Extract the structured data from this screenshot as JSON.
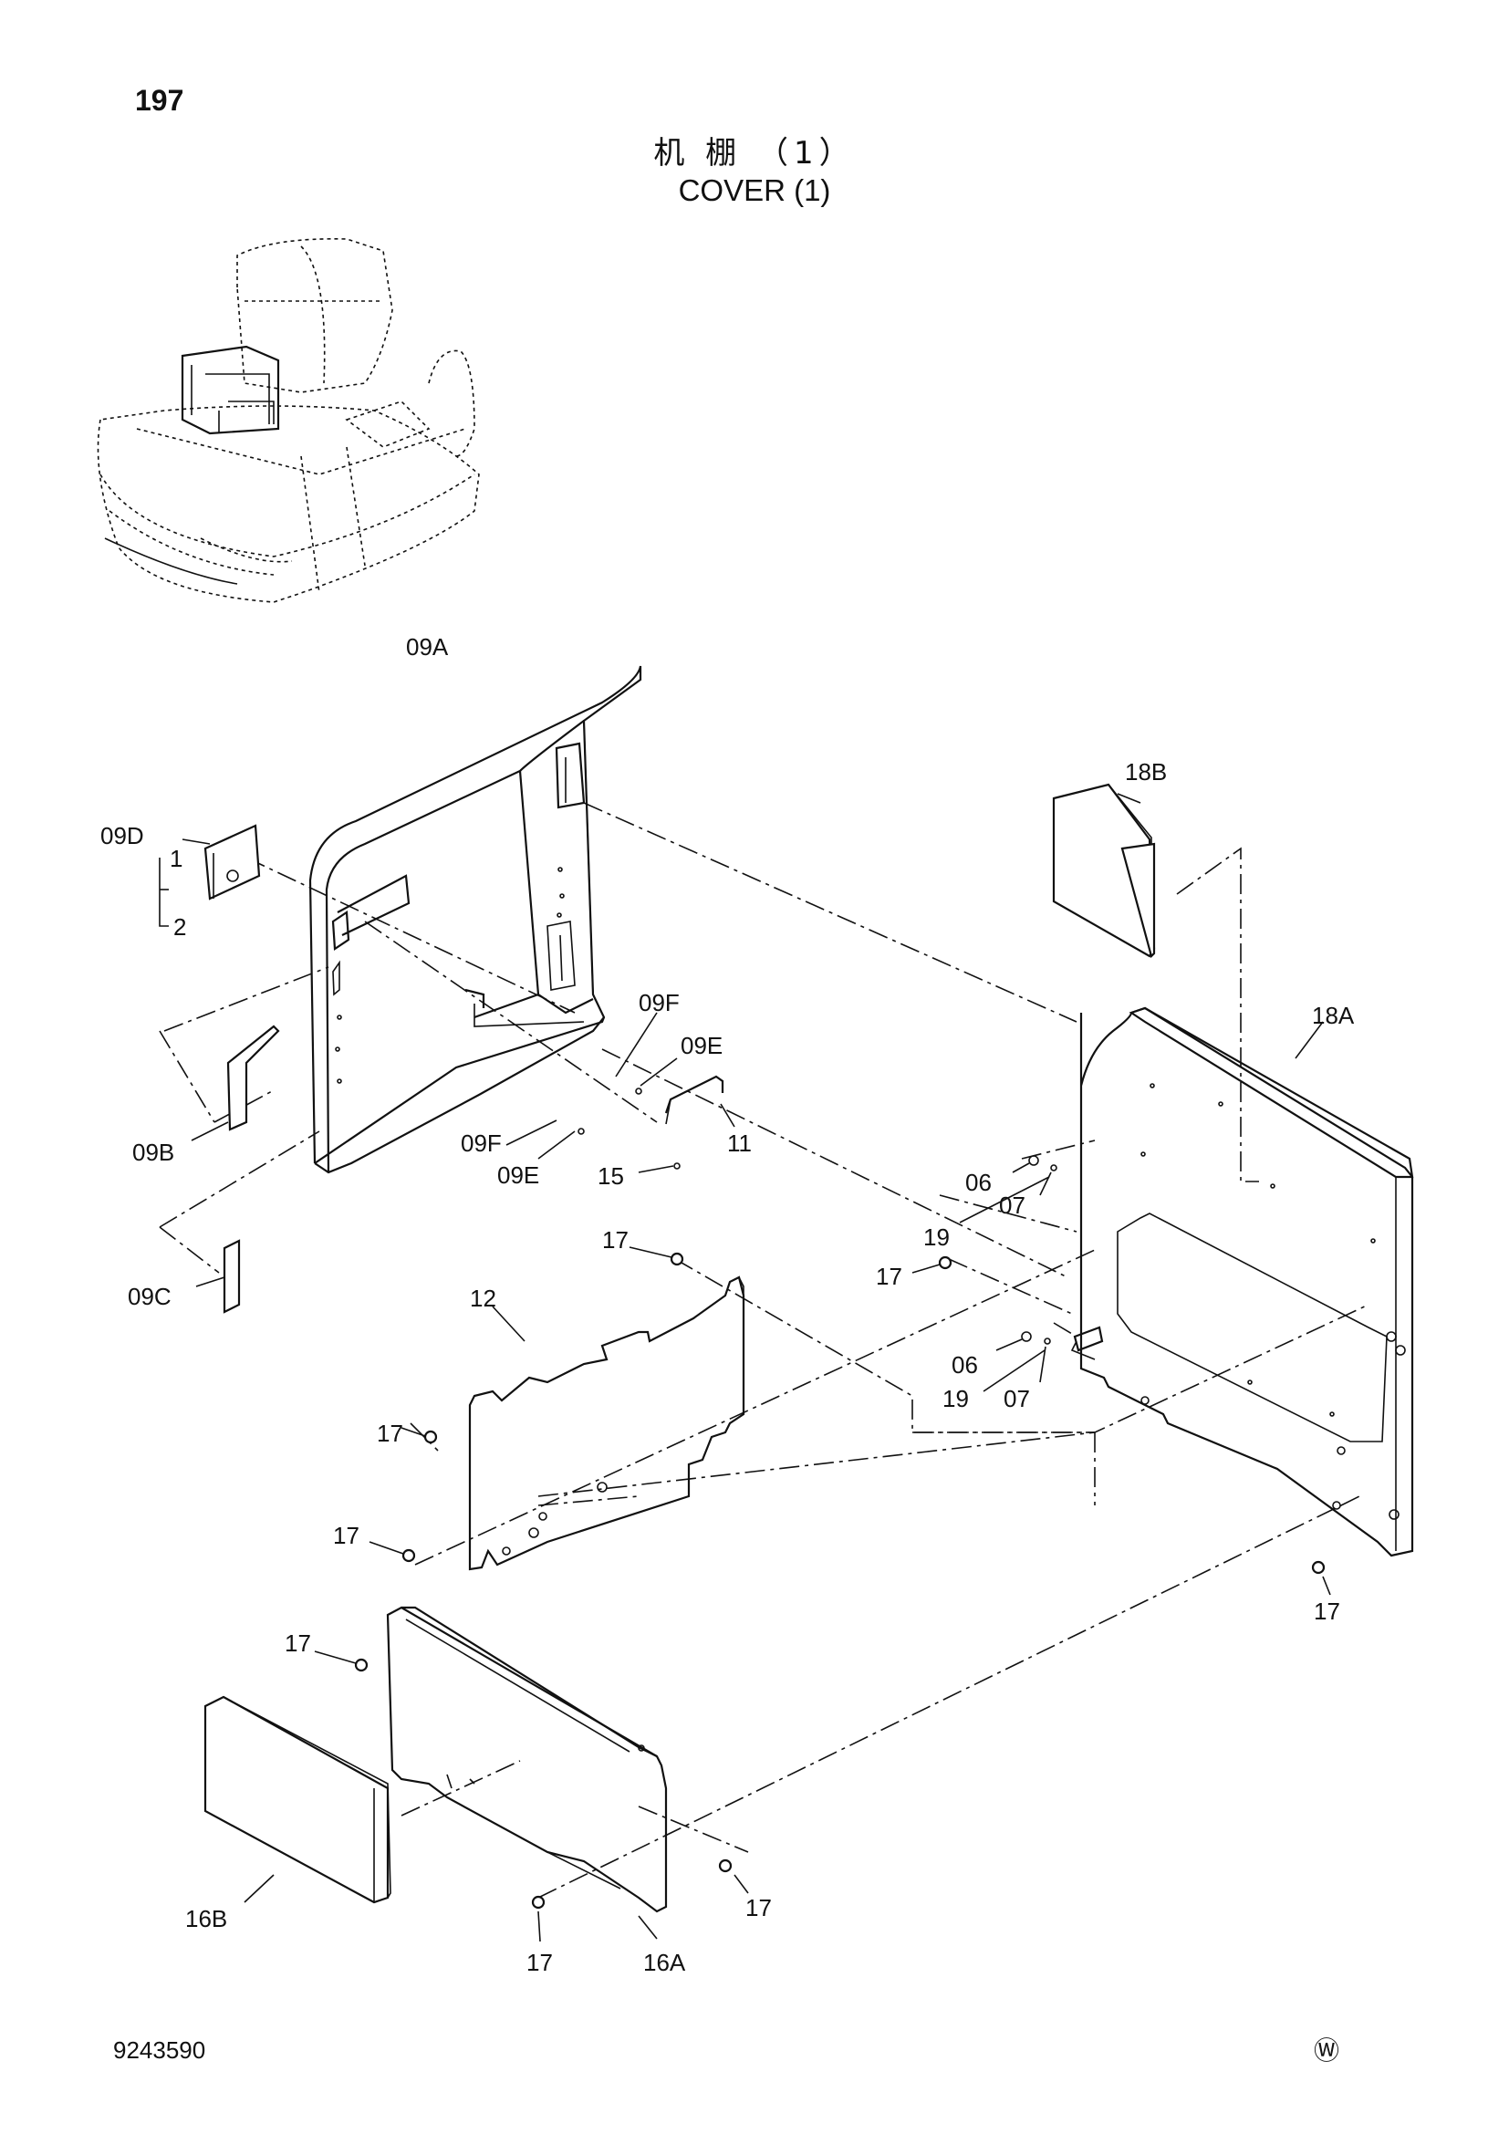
{
  "header": {
    "page_number": "197",
    "title_cn": "机 棚 （1）",
    "title_en": "COVER (1)"
  },
  "footer": {
    "doc_number": "9243590",
    "mark": "Ⓦ"
  },
  "callouts": {
    "c09A": "09A",
    "c09D": "09D",
    "c1": "1",
    "c2": "2",
    "c09B": "09B",
    "c09C": "09C",
    "c09F_a": "09F",
    "c09E_a": "09E",
    "c09F_b": "09F",
    "c09E_b": "09E",
    "c11": "11",
    "c15": "15",
    "c12": "12",
    "c17_a": "17",
    "c17_b": "17",
    "c17_c": "17",
    "c17_d": "17",
    "c17_e": "17",
    "c17_f": "17",
    "c17_g": "17",
    "c17_h": "17",
    "c18A": "18A",
    "c18B": "18B",
    "c06_a": "06",
    "c07_a": "07",
    "c19_a": "19",
    "c06_b": "06",
    "c07_b": "07",
    "c19_b": "19",
    "c16A": "16A",
    "c16B": "16B"
  }
}
